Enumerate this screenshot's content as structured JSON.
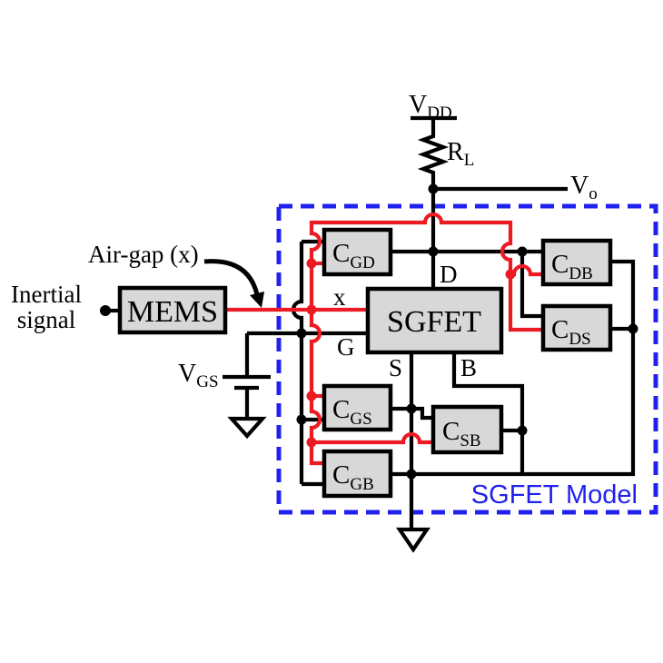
{
  "diagram": {
    "model_box_label": "SGFET Model",
    "source_label": {
      "line1": "Inertial",
      "line2": "signal"
    },
    "mems_label": "MEMS",
    "airgap_label": "Air-gap (x)",
    "transistor_label": "SGFET",
    "supply": {
      "main": "V",
      "sub": "DD"
    },
    "load_resistor": {
      "main": "R",
      "sub": "L"
    },
    "output": {
      "main": "V",
      "sub": "o"
    },
    "gate_bias": {
      "main": "V",
      "sub": "GS"
    },
    "terminals": {
      "drain": "D",
      "gate": "G",
      "source": "S",
      "bulk": "B",
      "airgap": "x"
    },
    "capacitors": {
      "cgd": {
        "main": "C",
        "sub": "GD"
      },
      "cdb": {
        "main": "C",
        "sub": "DB"
      },
      "cds": {
        "main": "C",
        "sub": "DS"
      },
      "cgs": {
        "main": "C",
        "sub": "GS"
      },
      "csb": {
        "main": "C",
        "sub": "SB"
      },
      "cgb": {
        "main": "C",
        "sub": "GB"
      }
    }
  },
  "colors": {
    "wire": "#000000",
    "x_wire": "#EC1B23",
    "model_box": "#2121EF",
    "box_fill": "#D8D8D8",
    "background": "#FFFFFF"
  }
}
